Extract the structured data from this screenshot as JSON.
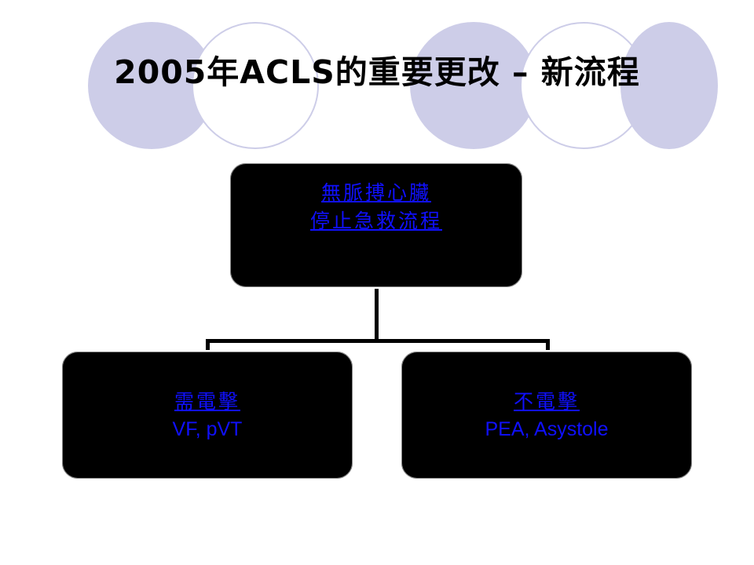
{
  "slide": {
    "title": "2005年ACLS的重要更改 – 新流程"
  },
  "diagram": {
    "root": {
      "line1": "無脈搏心臟",
      "line2": "停止急救流程"
    },
    "left": {
      "link": "需電擊",
      "sub": "VF, pVT"
    },
    "right": {
      "link": "不電擊",
      "sub": "PEA, Asystole"
    }
  },
  "colors": {
    "decor_circle": "#cdcde8",
    "box_fill": "#000000",
    "link_text": "#1010ff",
    "title_text": "#000000"
  }
}
